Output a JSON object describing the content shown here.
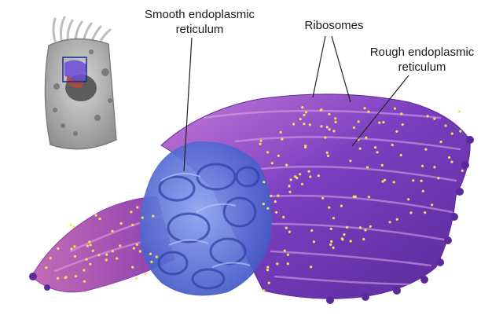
{
  "labels": {
    "smooth_er": {
      "line1": "Smooth endoplasmic",
      "line2": "reticulum"
    },
    "ribosomes": "Ribosomes",
    "rough_er": {
      "line1": "Rough endoplasmic",
      "line2": "reticulum"
    }
  },
  "colors": {
    "rough_er": "#7a3fc0",
    "rough_er_highlight": "#c77ad6",
    "rough_er_pink": "#b45aa8",
    "smooth_er": "#4f69d8",
    "smooth_er_light": "#8aa2f0",
    "ribosome": "#f3e25a",
    "cell_gray": "#9a9a9a",
    "leader_line": "#222222"
  }
}
